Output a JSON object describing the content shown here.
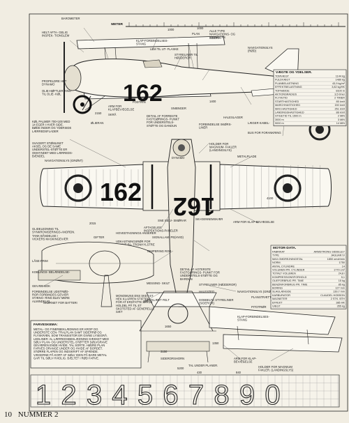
{
  "aircraft_number": "162",
  "top_view_numbers": [
    "162",
    "162"
  ],
  "scale_digits": [
    "1",
    "2",
    "3",
    "4",
    "5",
    "6",
    "7",
    "8",
    "9",
    "0"
  ],
  "scale_label": "METER",
  "footer": {
    "page": "10",
    "issue": "NUMMER 2"
  },
  "side_labels": [
    "BAROMETER",
    "HELT AFTA- GELIG INSPEK- TIONSLEM",
    "KLAP-FORBINDELSES- STANG",
    "LEM TIL UT- FLASKE",
    "PLAN",
    "ALLE TYPE NAVIGATIONS- OG SIGNALLYS",
    "SIDERA",
    "NAVIGATIONSLYS (RØD)",
    "STYRELINER TIL HØJDEROR",
    "PROPELDRE HET DYNAMO",
    "OLIE-HØFTLER RING TIL OLIE- KØL",
    "ARM FOR KLAPBEVÆGELSE",
    "FODTRIN",
    "SKRÅ",
    "ØLIERAN",
    "SNIBNGER",
    "DETAIL AF FORRESTE FASTGØRINGS- PUNKT FOR UNDERSTELS- STØTTE OG DANDUN",
    "FORBINDELSE SKØRS- LINER",
    "HALESLAGER",
    "LÆGER KABEL-",
    "BUS FOR FORANKRING",
    "HOLDER FOR MAGNIUM- FAKLER (LANDINGSLYS)"
  ],
  "top_labels": [
    "KØL PALMER 700×100 MED 14 EGER I HVER SIDE. BØDE INDER OG YDERSIDE LÆRREDSFLADER",
    "SVAGERT STØMLINET AKSEL OG DE SAME UNDERSTEL-STØTTE ER OMHYNDET MED LÆRREDS- BÆNDEL",
    "NAVIGATIONSLYS (GRØNT)",
    "DYNAMO",
    "METALPLADE",
    "ARM FOR KLAP-BEVÆGELSE",
    "AFTAGELIGE INSPEKTIONS-PANELER",
    "SNE SELV- SMØRAR",
    "SKI-GENNEMSKÆR",
    "GLIDELEDNING TIL SYNKRONISERINGS-ANORDN.",
    "TANK BÅNDELSE I VICKERS MASKINGEVÆR",
    "HOVEDTAGNINGS ANSERER",
    "UDKASTNINGSRØR FOR TOMME PA- TRONHYLSTRE",
    "GIFTER",
    "SIGNALLAM- PE(HVID)"
  ],
  "front_labels": [
    "LÅSE-PRIM",
    "KOBLINGS- BELÆNDELSE-",
    "GEVÆR BOK",
    "FORBINDELSE UDSTRØD- ROR FORBINDES GEVÆR STÆNG- RING BLEV MERE ALMINDELIG",
    "SKØRNET FOR BATTERI",
    "TEMPERING ROR",
    "MESSING- SKILT",
    "UDEKLÆDT FELT",
    "DETAIL AF AGTERSTE FASTGØRINGS- PUNKT FOR UNDERSTELS-STØTTE OG BARDUN",
    "STYRELINER (HØJDEROR)",
    "HALESTED",
    "DOBBELTE STYRELINER (SIDEROR)",
    "NAVIGATIONSLYS (GRØNT)",
    "PLANSTRÆTTE",
    "PITOTRØR",
    "KLAP-FORBINDELSES- STANG",
    "SIDERORSHORN",
    "TAL UNDER PLANER.",
    "ARM FOR KLAP- BEVÆGELSE",
    "HOLDER FOR MAGNIUM FAKLER. (LANDINGSLYS)",
    "BUS FOR FORANKRING",
    "MONOMUNS ENS SKET ET HEK KLAPPEN STIFTES FOR AT ERSTATTE SKYDE HOLDEL PÅ TIL ET SKOTSTED AF GENERELLE SÆT"
  ],
  "farvekema": {
    "title": "FARVESKEMA:",
    "text": "METAL- OG FINERBEKLÆDNING ER KROP OG UNDERSTE CEN- TRALPLAN SAMT SIDERRØ OG FLYSKRÆN, SOM TRANSISTOR ER GIVNE LYSEGRÅ. LEDLINER: AL LÆRREDSBEKLÆDNING DÆKKET MED SØLV PLAN- OG UNDERSTEL-STØTTER SØLVGRAVE GEVÆREN ENDE HVIDE. TAL SORTE. HØJRE PLAN FARVES ORANGE UNDER OG HVIDE AF BORDET. STØRRE FLAPEN OG INDSKRIFT AF SPÆNDE. VÆGERNE PÅ KORT AF SØLV IGEN PÅ BARE METAL GAR TIL SØLV HVIDLIG. BÆLTET I RØD FARVE."
  },
  "tables": [
    {
      "title": "VÆGTE OG YDELSER.",
      "rows": [
        [
          "TOMVÆGT",
          "1144 kg"
        ],
        [
          "FULDVÆGT",
          "1480 kg"
        ],
        [
          "PLANBELASTNING",
          "43,9 kg/m²"
        ],
        [
          "EFFEKTBELASTNING",
          "3,82 kg/HK"
        ],
        [
          "TOPHØJDE",
          "8100 m"
        ],
        [
          "AKTIONSRADIUS",
          "3,5 timer"
        ],
        [
          "FLYVETID",
          "2 TIMER"
        ],
        [
          "STARTHASTIGHED",
          "85 km/t"
        ],
        [
          "MARCHHASTIGHED",
          "150 km/t"
        ],
        [
          "MAX.HASTIGHED",
          "251 km/t"
        ],
        [
          "LANDINGSHASTIGHED",
          "88 km/t"
        ],
        [
          "STIGETID TIL 1500 m",
          "2 MIN"
        ],
        [
          "3000 m",
          "3 MIN"
        ],
        [
          "5000 m",
          "14 MIN"
        ]
      ]
    },
    {
      "title": "MOTOR-DATA.",
      "rows": [
        [
          "FABRIKAT",
          "ARMSTRONG SIDDELEY"
        ],
        [
          "TYPE",
          "JAGUAR IV"
        ],
        [
          "MAX.OMDREJNINGSTAL",
          "1850 omdr/min"
        ],
        [
          "NORM.",
          "1750"
        ],
        [
          "ANTAL CYLINDRE",
          "14"
        ],
        [
          "VOLUMEN PR. CYLINDER",
          "1770 cm³"
        ],
        [
          "TOTALT VOLUMEN",
          "24,8 l"
        ],
        [
          "KOMPRESSIONSFORHOLD",
          "5,1"
        ],
        [
          "OLIEFORBRUG PR. TIME",
          "15 kg"
        ],
        [
          "BENZINFORBRUG PR. TIME",
          "85 kg"
        ],
        [
          "BORING",
          "127 mm"
        ],
        [
          "SLAGLÆNGDE",
          "139,7 mm"
        ],
        [
          "KARBURATOR",
          "CLAUDEL HOBSON"
        ],
        [
          "MAGNETER",
          "2 STK. BTH"
        ],
        [
          "EFFEKT",
          "385 HK"
        ],
        [
          "VÆGT",
          "355 kg"
        ]
      ]
    }
  ],
  "dimensions": [
    "1000",
    "1000",
    "2150",
    "1400",
    "2015",
    "4100",
    "1350",
    "1650",
    "3150",
    "350",
    "5200",
    "430",
    "840"
  ]
}
